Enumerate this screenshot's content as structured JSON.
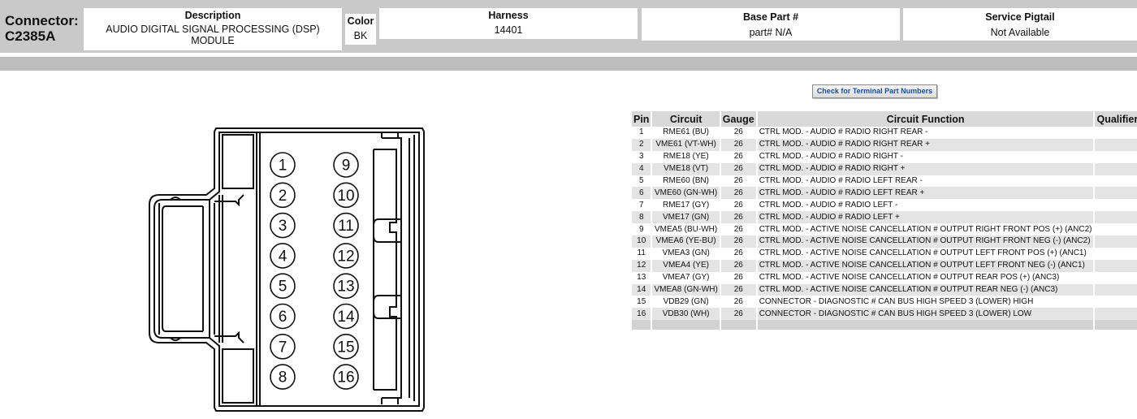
{
  "header": {
    "connector_label": "Connector:",
    "connector_id": "C2385A",
    "description_label": "Description",
    "description_value": "AUDIO DIGITAL SIGNAL PROCESSING (DSP) MODULE",
    "color_label": "Color",
    "color_value": "BK",
    "harness_label": "Harness",
    "harness_value": "14401",
    "base_part_label": "Base Part #",
    "base_part_value": "part# N/A",
    "service_pigtail_label": "Service Pigtail",
    "service_pigtail_value": "Not Available"
  },
  "check_button_label": "Check for Terminal Part Numbers",
  "table": {
    "headers": [
      "Pin",
      "Circuit",
      "Gauge",
      "Circuit Function",
      "Qualifier"
    ],
    "rows": [
      {
        "pin": "1",
        "circuit": "RME61 (BU)",
        "gauge": "26",
        "function": "CTRL MOD. - AUDIO # RADIO RIGHT REAR -",
        "qualifier": ""
      },
      {
        "pin": "2",
        "circuit": "VME61 (VT-WH)",
        "gauge": "26",
        "function": "CTRL MOD. - AUDIO # RADIO RIGHT REAR +",
        "qualifier": ""
      },
      {
        "pin": "3",
        "circuit": "RME18 (YE)",
        "gauge": "26",
        "function": "CTRL MOD. - AUDIO # RADIO RIGHT -",
        "qualifier": ""
      },
      {
        "pin": "4",
        "circuit": "VME18 (VT)",
        "gauge": "26",
        "function": "CTRL MOD. - AUDIO # RADIO RIGHT +",
        "qualifier": ""
      },
      {
        "pin": "5",
        "circuit": "RME60 (BN)",
        "gauge": "26",
        "function": "CTRL MOD. - AUDIO # RADIO LEFT REAR -",
        "qualifier": ""
      },
      {
        "pin": "6",
        "circuit": "VME60 (GN-WH)",
        "gauge": "26",
        "function": "CTRL MOD. - AUDIO # RADIO LEFT REAR +",
        "qualifier": ""
      },
      {
        "pin": "7",
        "circuit": "RME17 (GY)",
        "gauge": "26",
        "function": "CTRL MOD. - AUDIO # RADIO LEFT -",
        "qualifier": ""
      },
      {
        "pin": "8",
        "circuit": "VME17 (GN)",
        "gauge": "26",
        "function": "CTRL MOD. - AUDIO # RADIO LEFT +",
        "qualifier": ""
      },
      {
        "pin": "9",
        "circuit": "VMEA5 (BU-WH)",
        "gauge": "26",
        "function": "CTRL MOD. - ACTIVE NOISE CANCELLATION # OUTPUT RIGHT FRONT POS (+) (ANC2)",
        "qualifier": ""
      },
      {
        "pin": "10",
        "circuit": "VMEA6 (YE-BU)",
        "gauge": "26",
        "function": "CTRL MOD. - ACTIVE NOISE CANCELLATION # OUTPUT RIGHT FRONT NEG (-) (ANC2)",
        "qualifier": ""
      },
      {
        "pin": "11",
        "circuit": "VMEA3 (GN)",
        "gauge": "26",
        "function": "CTRL MOD. - ACTIVE NOISE CANCELLATION # OUTPUT LEFT FRONT POS (+) (ANC1)",
        "qualifier": ""
      },
      {
        "pin": "12",
        "circuit": "VMEA4 (YE)",
        "gauge": "26",
        "function": "CTRL MOD. - ACTIVE NOISE CANCELLATION # OUTPUT LEFT FRONT NEG (-) (ANC1)",
        "qualifier": ""
      },
      {
        "pin": "13",
        "circuit": "VMEA7 (GY)",
        "gauge": "26",
        "function": "CTRL MOD. - ACTIVE NOISE CANCELLATION # OUTPUT REAR POS (+) (ANC3)",
        "qualifier": ""
      },
      {
        "pin": "14",
        "circuit": "VMEA8 (GN-WH)",
        "gauge": "26",
        "function": "CTRL MOD. - ACTIVE NOISE CANCELLATION # OUTPUT REAR NEG (-) (ANC3)",
        "qualifier": ""
      },
      {
        "pin": "15",
        "circuit": "VDB29 (GN)",
        "gauge": "26",
        "function": "CONNECTOR - DIAGNOSTIC # CAN BUS HIGH SPEED 3 (LOWER) HIGH",
        "qualifier": ""
      },
      {
        "pin": "16",
        "circuit": "VDB30 (WH)",
        "gauge": "26",
        "function": "CONNECTOR - DIAGNOSTIC # CAN BUS HIGH SPEED 3 (LOWER) LOW",
        "qualifier": ""
      },
      {
        "pin": "",
        "circuit": "",
        "gauge": "",
        "function": "",
        "qualifier": ""
      }
    ]
  },
  "diagram": {
    "pins_left": [
      "1",
      "2",
      "3",
      "4",
      "5",
      "6",
      "7",
      "8"
    ],
    "pins_right": [
      "9",
      "10",
      "11",
      "12",
      "13",
      "14",
      "15",
      "16"
    ]
  }
}
